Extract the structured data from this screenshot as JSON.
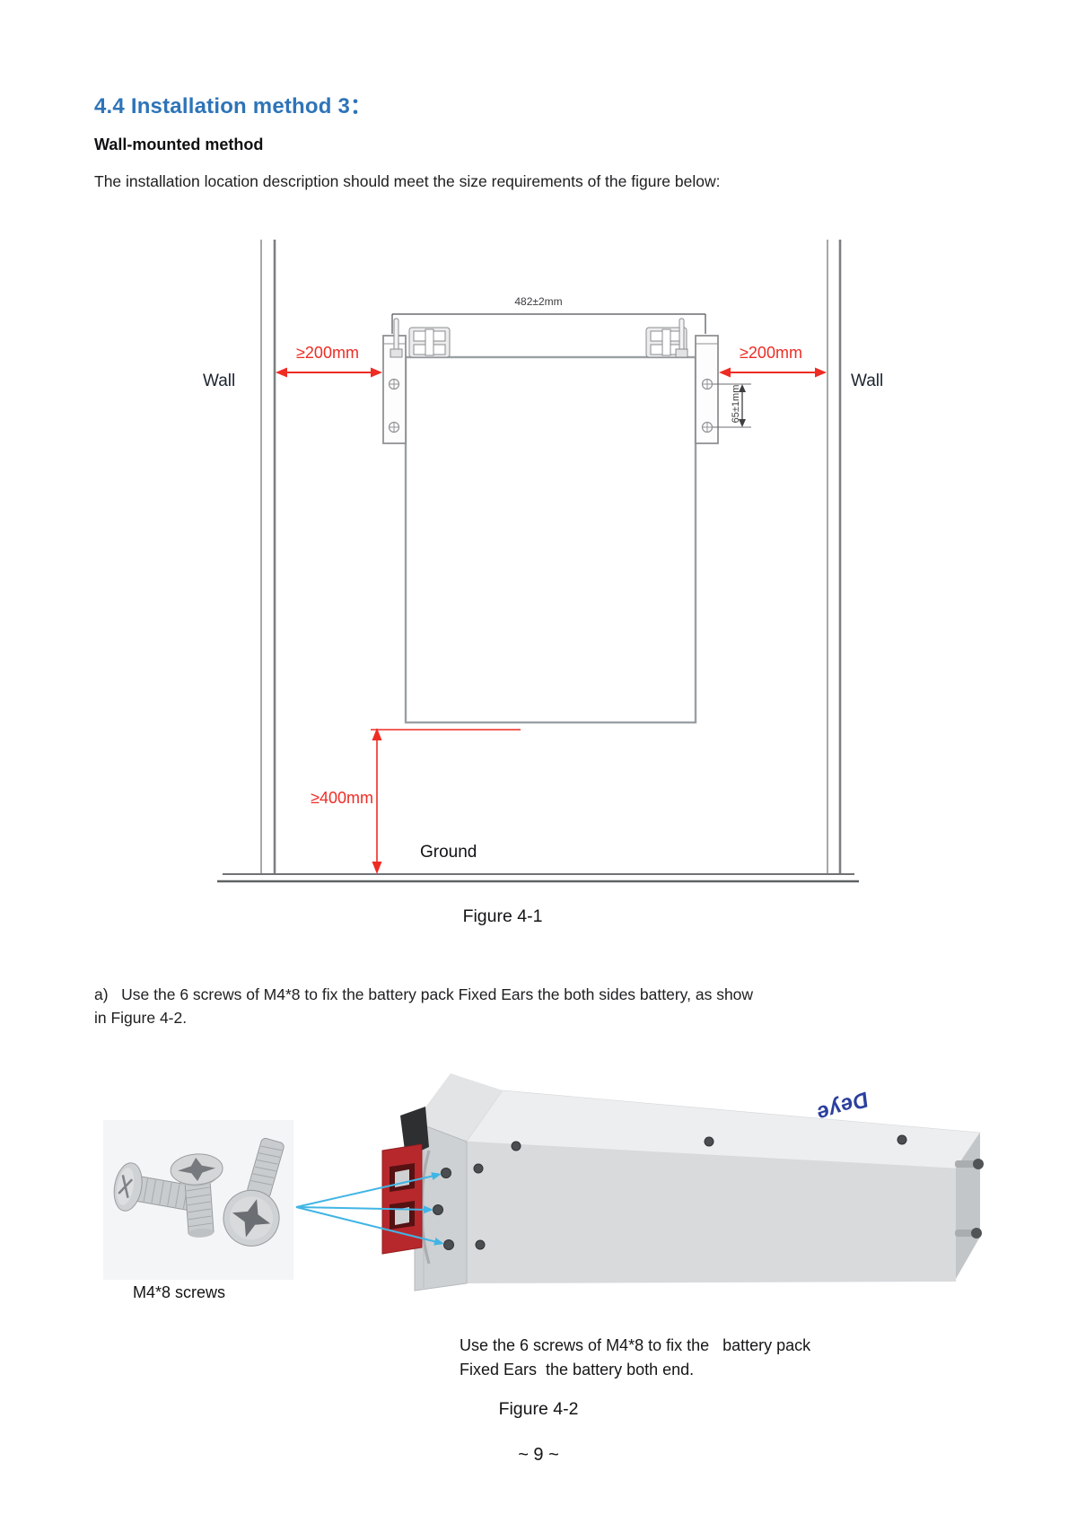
{
  "page": {
    "heading": "4.4 Installation method 3：",
    "subheading": "Wall-mounted method",
    "intro": "The installation location description should meet the size requirements of the figure below:",
    "page_number": "~ 9 ~"
  },
  "figure1": {
    "caption": "Figure 4-1",
    "labels": {
      "wall_left": "Wall",
      "wall_right": "Wall",
      "clearance_left": "≥200mm",
      "clearance_right": "≥200mm",
      "width_dim": "482±2mm",
      "hole_spacing_dim": "65±1mm",
      "bottom_clearance": "≥400mm",
      "ground": "Ground"
    },
    "colors": {
      "dimension_red": "#ee2c24",
      "outline_gray": "#9aa0a4",
      "wall_gray": "#7c7f82"
    }
  },
  "step_a": {
    "line1": "a)   Use the 6 screws of M4*8 to fix the battery pack Fixed Ears the both sides battery, as show",
    "line2": "in Figure 4-2."
  },
  "figure2": {
    "caption": "Figure 4-2",
    "screws_label": "M4*8 screws",
    "note_line1": "Use the 6 screws of M4*8 to fix the   battery pack",
    "note_line2": "Fixed Ears  the battery both end.",
    "battery_logo": "Deye",
    "colors": {
      "arrow_cyan": "#41b5e5",
      "connector_red": "#b7282c",
      "logo_blue": "#2b3f9e"
    }
  }
}
